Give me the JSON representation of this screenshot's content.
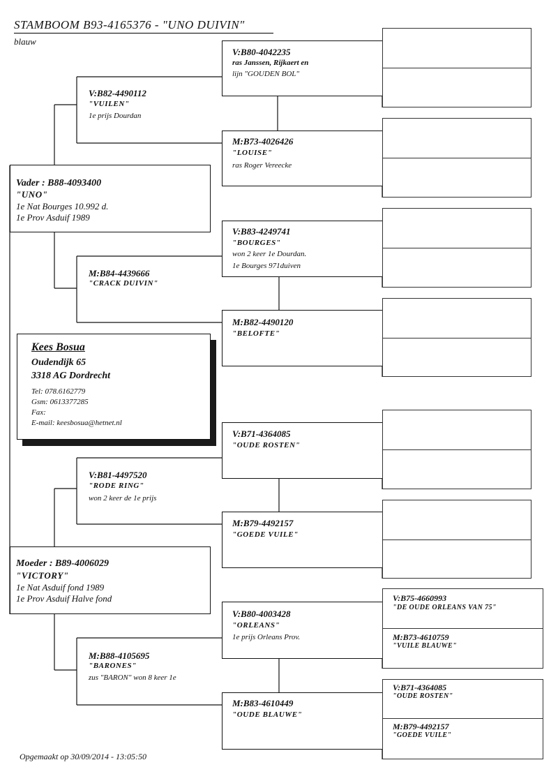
{
  "header": {
    "title": "STAMBOOM  B93-4165376 - \"UNO DUIVIN\"",
    "color": "blauw"
  },
  "father": {
    "ring": "Vader : B88-4093400",
    "name": "\"UNO\"",
    "note1": "1e Nat Bourges 10.992 d.",
    "note2": "1e Prov Asduif 1989"
  },
  "mother": {
    "ring": "Moeder : B89-4006029",
    "name": "\"VICTORY\"",
    "note1": "1e Nat Asduif fond 1989",
    "note2": "1e Prov Asduif Halve fond"
  },
  "ff": {
    "ring": "V:B82-4490112",
    "name": "\"VUILEN\"",
    "note": "1e prijs Dourdan"
  },
  "fm": {
    "ring": "M:B84-4439666",
    "name": "\"CRACK DUIVIN\""
  },
  "mf": {
    "ring": "V:B81-4497520",
    "name": "\"RODE RING\"",
    "note": "won 2 keer de 1e prijs"
  },
  "mm": {
    "ring": "M:B88-4105695",
    "name": "\"BARONES\"",
    "note": "zus \"BARON\" won 8 keer 1e"
  },
  "fff": {
    "ring": "V:B80-4042235",
    "note1": "ras Janssen, Rijkaert en",
    "note2": "lijn \"GOUDEN BOL\""
  },
  "ffm": {
    "ring": "M:B73-4026426",
    "name": "\"LOUISE\"",
    "note": "ras Roger Vereecke"
  },
  "fmf": {
    "ring": "V:B83-4249741",
    "name": "\"BOURGES\"",
    "note1": "won 2 keer 1e Dourdan.",
    "note2": "1e Bourges 971duiven"
  },
  "fmm": {
    "ring": "M:B82-4490120",
    "name": "\"BELOFTE\""
  },
  "mff": {
    "ring": "V:B71-4364085",
    "name": "\"OUDE ROSTEN\""
  },
  "mfm": {
    "ring": "M:B79-4492157",
    "name": "\"GOEDE VUILE\""
  },
  "mmf": {
    "ring": "V:B80-4003428",
    "name": "\"ORLEANS\"",
    "note": "1e prijs Orleans Prov."
  },
  "mmm": {
    "ring": "M:B83-4610449",
    "name": "\"OUDE BLAUWE\""
  },
  "g4": [
    {
      "ring": "V:B75-4660993",
      "name": "\"DE OUDE ORLEANS VAN 75\""
    },
    {
      "ring": "M:B73-4610759",
      "name": "\"VUILE BLAUWE\""
    },
    {
      "ring": "V:B71-4364085",
      "name": "\"OUDE ROSTEN\""
    },
    {
      "ring": "M:B79-4492157",
      "name": "\"GOEDE VUILE\""
    }
  ],
  "owner": {
    "name": "Kees Bosua",
    "street": "Oudendijk 65",
    "city": "3318 AG Dordrecht",
    "tel": "Tel: 078.6162779",
    "gsm": "Gsm: 0613377285",
    "fax": "Fax:",
    "email": "E-mail: keesbosua@hetnet.nl"
  },
  "footer": {
    "generated": "Opgemaakt op 30/09/2014 - 13:05:50"
  }
}
